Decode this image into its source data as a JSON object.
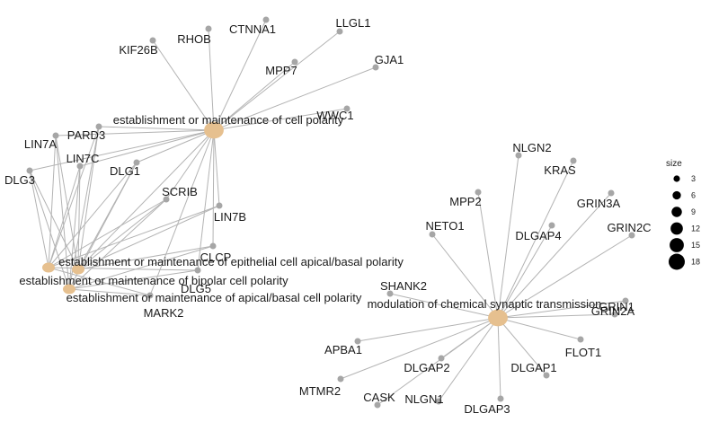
{
  "legend": {
    "title": "size",
    "entries": [
      {
        "label": "3",
        "value": 3
      },
      {
        "label": "6",
        "value": 6
      },
      {
        "label": "9",
        "value": 9
      },
      {
        "label": "12",
        "value": 12
      },
      {
        "label": "15",
        "value": 15
      },
      {
        "label": "18",
        "value": 18
      }
    ]
  },
  "categories": [
    {
      "id": "c1",
      "label": "establishment or maintenance of cell polarity",
      "size": 18
    },
    {
      "id": "c2",
      "label": "establishment or maintenance of epithelial cell apical/basal polarity",
      "size": 5
    },
    {
      "id": "c3",
      "label": "establishment or maintenance of bipolar cell polarity",
      "size": 5
    },
    {
      "id": "c4",
      "label": "establishment or maintenance of apical/basal cell polarity",
      "size": 5
    },
    {
      "id": "c5",
      "label": "modulation of chemical synaptic transmission",
      "size": 18
    }
  ],
  "genes": [
    {
      "id": "KIF26B",
      "label": "KIF26B"
    },
    {
      "id": "RHOB",
      "label": "RHOB"
    },
    {
      "id": "CTNNA1",
      "label": "CTNNA1"
    },
    {
      "id": "LLGL1",
      "label": "LLGL1"
    },
    {
      "id": "MPP7",
      "label": "MPP7"
    },
    {
      "id": "GJA1",
      "label": "GJA1"
    },
    {
      "id": "WWC1",
      "label": "WWC1"
    },
    {
      "id": "PARD3",
      "label": "PARD3"
    },
    {
      "id": "LIN7A",
      "label": "LIN7A"
    },
    {
      "id": "LIN7C",
      "label": "LIN7C"
    },
    {
      "id": "DLG3",
      "label": "DLG3"
    },
    {
      "id": "DLG1",
      "label": "DLG1"
    },
    {
      "id": "SCRIB",
      "label": "SCRIB"
    },
    {
      "id": "LIN7B",
      "label": "LIN7B"
    },
    {
      "id": "CRB",
      "label": "CLCP"
    },
    {
      "id": "DLG5",
      "label": "DLG5"
    },
    {
      "id": "MARK2",
      "label": "MARK2"
    },
    {
      "id": "NLGN2",
      "label": "NLGN2"
    },
    {
      "id": "KRAS",
      "label": "KRAS"
    },
    {
      "id": "MPP2",
      "label": "MPP2"
    },
    {
      "id": "GRIN3A",
      "label": "GRIN3A"
    },
    {
      "id": "NETO1",
      "label": "NETO1"
    },
    {
      "id": "DLGAP4",
      "label": "DLGAP4"
    },
    {
      "id": "GRIN2C",
      "label": "GRIN2C"
    },
    {
      "id": "SHANK2",
      "label": "SHANK2"
    },
    {
      "id": "GRIN2A",
      "label": "GRIN2A"
    },
    {
      "id": "GRIN1",
      "label": "GRIN1"
    },
    {
      "id": "APBA1",
      "label": "APBA1"
    },
    {
      "id": "FLOT1",
      "label": "FLOT1"
    },
    {
      "id": "DLGAP2",
      "label": "DLGAP2"
    },
    {
      "id": "DLGAP1",
      "label": "DLGAP1"
    },
    {
      "id": "MTMR2",
      "label": "MTMR2"
    },
    {
      "id": "CASK",
      "label": "CASK"
    },
    {
      "id": "NLGN1",
      "label": "NLGN1"
    },
    {
      "id": "DLGAP3",
      "label": "DLGAP3"
    }
  ],
  "edges": [
    [
      "c1",
      "KIF26B"
    ],
    [
      "c1",
      "RHOB"
    ],
    [
      "c1",
      "CTNNA1"
    ],
    [
      "c1",
      "LLGL1"
    ],
    [
      "c1",
      "MPP7"
    ],
    [
      "c1",
      "GJA1"
    ],
    [
      "c1",
      "WWC1"
    ],
    [
      "c1",
      "PARD3"
    ],
    [
      "c1",
      "LIN7A"
    ],
    [
      "c1",
      "LIN7C"
    ],
    [
      "c1",
      "DLG1"
    ],
    [
      "c1",
      "SCRIB"
    ],
    [
      "c1",
      "LIN7B"
    ],
    [
      "c1",
      "CRB"
    ],
    [
      "c1",
      "DLG5"
    ],
    [
      "c1",
      "DLG3"
    ],
    [
      "c1",
      "MARK2"
    ],
    [
      "c1",
      "c2"
    ],
    [
      "c2",
      "PARD3"
    ],
    [
      "c2",
      "LIN7A"
    ],
    [
      "c2",
      "LIN7C"
    ],
    [
      "c2",
      "DLG3"
    ],
    [
      "c2",
      "DLG1"
    ],
    [
      "c2",
      "SCRIB"
    ],
    [
      "c2",
      "LIN7B"
    ],
    [
      "c2",
      "CRB"
    ],
    [
      "c3",
      "PARD3"
    ],
    [
      "c3",
      "LIN7A"
    ],
    [
      "c3",
      "LIN7C"
    ],
    [
      "c3",
      "DLG3"
    ],
    [
      "c3",
      "DLG1"
    ],
    [
      "c3",
      "SCRIB"
    ],
    [
      "c3",
      "LIN7B"
    ],
    [
      "c3",
      "DLG5"
    ],
    [
      "c3",
      "MARK2"
    ],
    [
      "c4",
      "PARD3"
    ],
    [
      "c4",
      "LIN7A"
    ],
    [
      "c4",
      "LIN7C"
    ],
    [
      "c4",
      "DLG3"
    ],
    [
      "c4",
      "DLG1"
    ],
    [
      "c4",
      "SCRIB"
    ],
    [
      "c4",
      "DLG5"
    ],
    [
      "c4",
      "MARK2"
    ],
    [
      "c4",
      "CRB"
    ],
    [
      "c5",
      "NLGN2"
    ],
    [
      "c5",
      "KRAS"
    ],
    [
      "c5",
      "MPP2"
    ],
    [
      "c5",
      "GRIN3A"
    ],
    [
      "c5",
      "NETO1"
    ],
    [
      "c5",
      "DLGAP4"
    ],
    [
      "c5",
      "GRIN2C"
    ],
    [
      "c5",
      "SHANK2"
    ],
    [
      "c5",
      "GRIN2A"
    ],
    [
      "c5",
      "GRIN1"
    ],
    [
      "c5",
      "APBA1"
    ],
    [
      "c5",
      "FLOT1"
    ],
    [
      "c5",
      "DLGAP2"
    ],
    [
      "c5",
      "DLGAP1"
    ],
    [
      "c5",
      "MTMR2"
    ],
    [
      "c5",
      "CASK"
    ],
    [
      "c5",
      "NLGN1"
    ],
    [
      "c5",
      "DLGAP3"
    ]
  ],
  "colors": {
    "category_node": "#e6c08f",
    "gene_node": "#a6a6a6",
    "edge": "#b3b3b3"
  }
}
